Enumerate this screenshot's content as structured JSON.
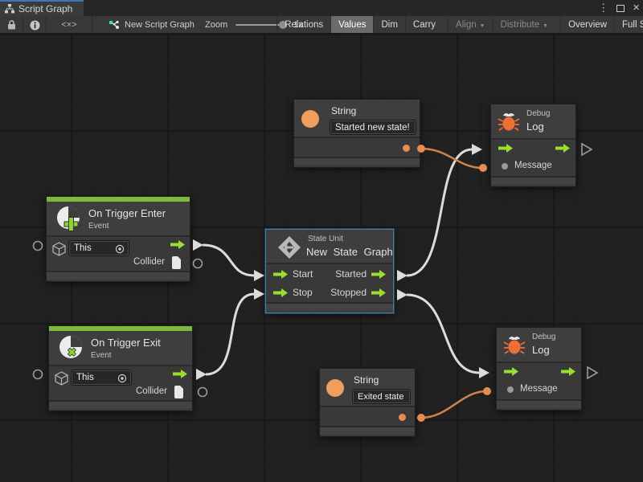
{
  "window": {
    "tab": "Script Graph",
    "menu_glyph": "⋮",
    "close_glyph": "×"
  },
  "toolbar": {
    "code_glyph": "<×>",
    "graph_name": "New Script Graph",
    "zoom_label": "Zoom",
    "zoom_value": "1x",
    "buttons": [
      {
        "label": "Relations"
      },
      {
        "label": "Values"
      },
      {
        "label": "Dim"
      },
      {
        "label": "Carry"
      },
      {
        "label": "Align",
        "caret": "▼"
      },
      {
        "label": "Distribute",
        "caret": "▼"
      },
      {
        "label": "Overview"
      },
      {
        "label": "Full Scr"
      }
    ]
  },
  "nodes": {
    "string_top": {
      "title": "String",
      "value": "Started new state!"
    },
    "debug_top": {
      "kicker": "Debug",
      "title": "Log",
      "port_in": "Message"
    },
    "trigger_enter": {
      "title": "On Trigger Enter",
      "subtitle": "Event",
      "target": "This",
      "port_out": "Collider"
    },
    "state_unit": {
      "kicker": "State Unit",
      "title": "New State Graph",
      "in1": "Start",
      "in2": "Stop",
      "out1": "Started",
      "out2": "Stopped"
    },
    "trigger_exit": {
      "title": "On Trigger Exit",
      "subtitle": "Event",
      "target": "This",
      "port_out": "Collider"
    },
    "string_bottom": {
      "title": "String",
      "value": "Exited state"
    },
    "debug_bottom": {
      "kicker": "Debug",
      "title": "Log",
      "port_in": "Message"
    }
  },
  "colors": {
    "green_accent": "#7cb93e",
    "green_arrow": "#9ade2f",
    "orange_accent": "#e58c50",
    "orange_wire": "#d0834a",
    "selection_blue": "#3d7ea6",
    "wire_white": "#dcdcdc"
  }
}
